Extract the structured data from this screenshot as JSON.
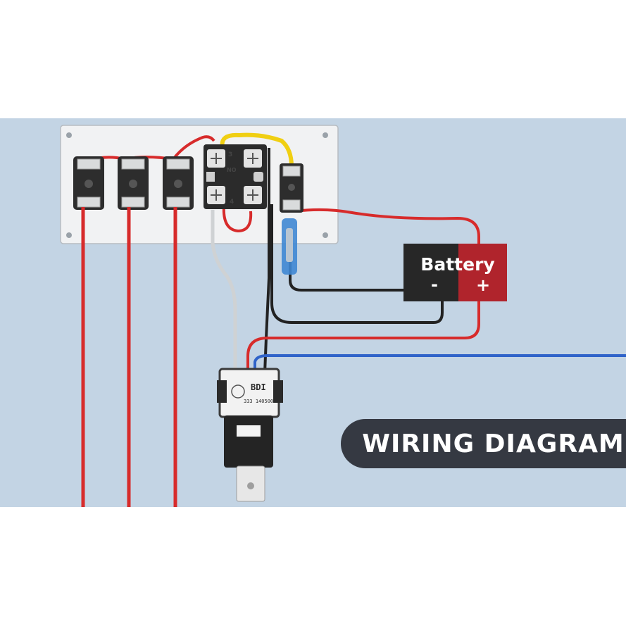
{
  "title": "WIRING DIAGRAM",
  "battery": {
    "label": "Battery",
    "negative": "-",
    "positive": "+"
  },
  "switch_block": {
    "pin_3": "3",
    "pin_4": "4",
    "contact": "NO"
  },
  "relay": {
    "brand": "BDI",
    "part_number": "333 1405008"
  },
  "colors": {
    "background": "#c3d4e4",
    "page": "#ffffff",
    "panel": "#f1f2f3",
    "wire_red": "#d72b2b",
    "wire_black": "#222222",
    "wire_blue": "#2f63c9",
    "wire_yellow": "#f0cf12",
    "wire_gray": "#cfd2d4",
    "battery_negative": "#272727",
    "battery_positive": "#b0242c",
    "title_pill": "#353942"
  }
}
